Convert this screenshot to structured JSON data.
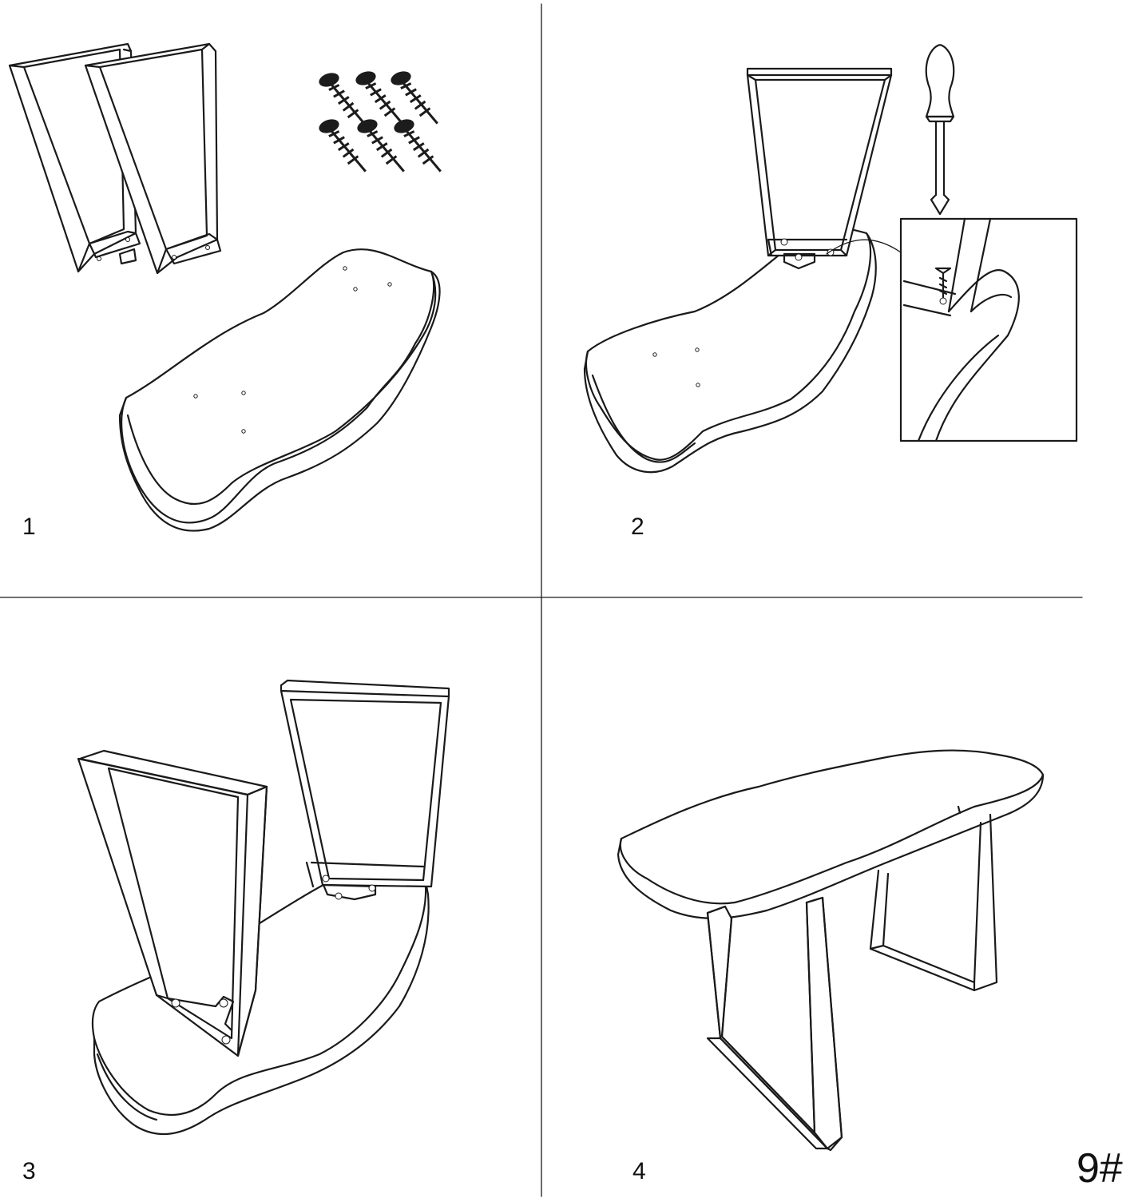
{
  "steps": [
    {
      "number": "1"
    },
    {
      "number": "2"
    },
    {
      "number": "3"
    },
    {
      "number": "4"
    }
  ],
  "model_code": "9#",
  "parts": {
    "screw_count": 6,
    "leg_count": 2
  },
  "colors": {
    "line": "#1a1a1a",
    "background": "#ffffff"
  }
}
